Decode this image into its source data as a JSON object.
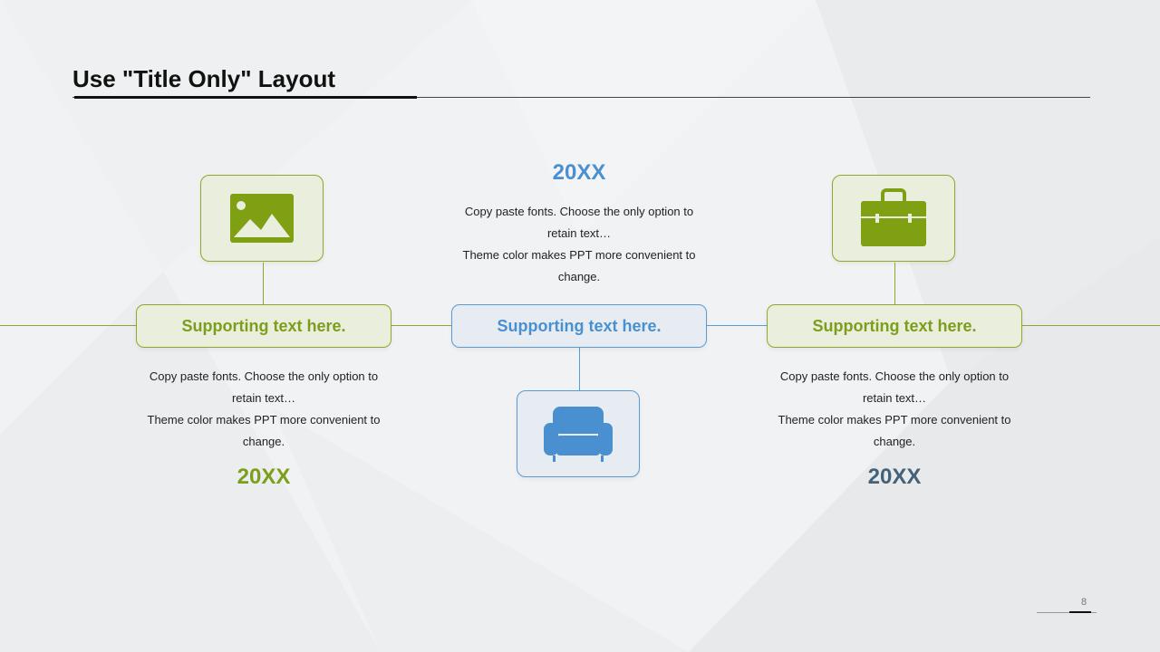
{
  "slide": {
    "title": "Use \"Title Only\" Layout",
    "page_number": "8"
  },
  "colors": {
    "green": "#7d9e1c",
    "blue": "#4a90d0",
    "slate": "#44617a"
  },
  "nodes": [
    {
      "label": "Supporting text here.",
      "icon": "image-icon",
      "year": "20XX",
      "text_line1": "Copy paste  fonts. Choose the only option to retain text…",
      "text_line2": "Theme color makes PPT more convenient  to change."
    },
    {
      "label": "Supporting text here.",
      "icon": "armchair-icon",
      "year": "20XX",
      "text_line1": "Copy paste  fonts. Choose the only option to retain text…",
      "text_line2": "Theme color makes PPT more convenient  to change."
    },
    {
      "label": "Supporting text here.",
      "icon": "briefcase-icon",
      "year": "20XX",
      "text_line1": "Copy paste  fonts. Choose the only option to retain text…",
      "text_line2": "Theme color makes PPT more convenient  to change."
    }
  ]
}
